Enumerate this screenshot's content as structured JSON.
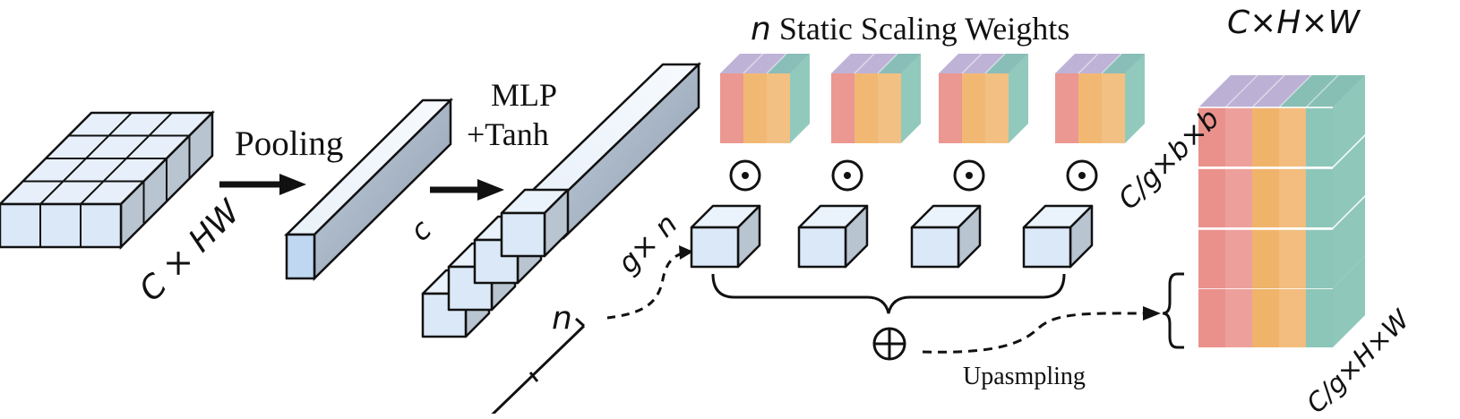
{
  "title": "n Static Scaling Weights",
  "title_n": "n",
  "title_rest": " Static Scaling Weights",
  "labels": {
    "pooling": "Pooling",
    "mlp": "MLP",
    "tanh": "+Tanh",
    "c_hw": "C × HW",
    "c": "c",
    "g_n": "g× n",
    "n_bracket": "n",
    "static_dims": "C/g×b×b",
    "output_dims": "C×H×W",
    "output_sub_dims": "C/g×H×W",
    "upsampling": "Upasmpling"
  },
  "symbols": {
    "hadamard": "⊙",
    "sum": "⊕"
  },
  "colors": {
    "cube_face": "#dbe8f7",
    "cube_top": "#eaf2fb",
    "cube_side": "#b9c4d1",
    "bar_grad_start": "#c9dbee",
    "bar_grad_end": "#a9b7c8",
    "red": "#e8857f",
    "orange": "#eeab5a",
    "teal": "#7fc0b1",
    "purple": "#b3a6cf",
    "stroke": "#111111"
  }
}
